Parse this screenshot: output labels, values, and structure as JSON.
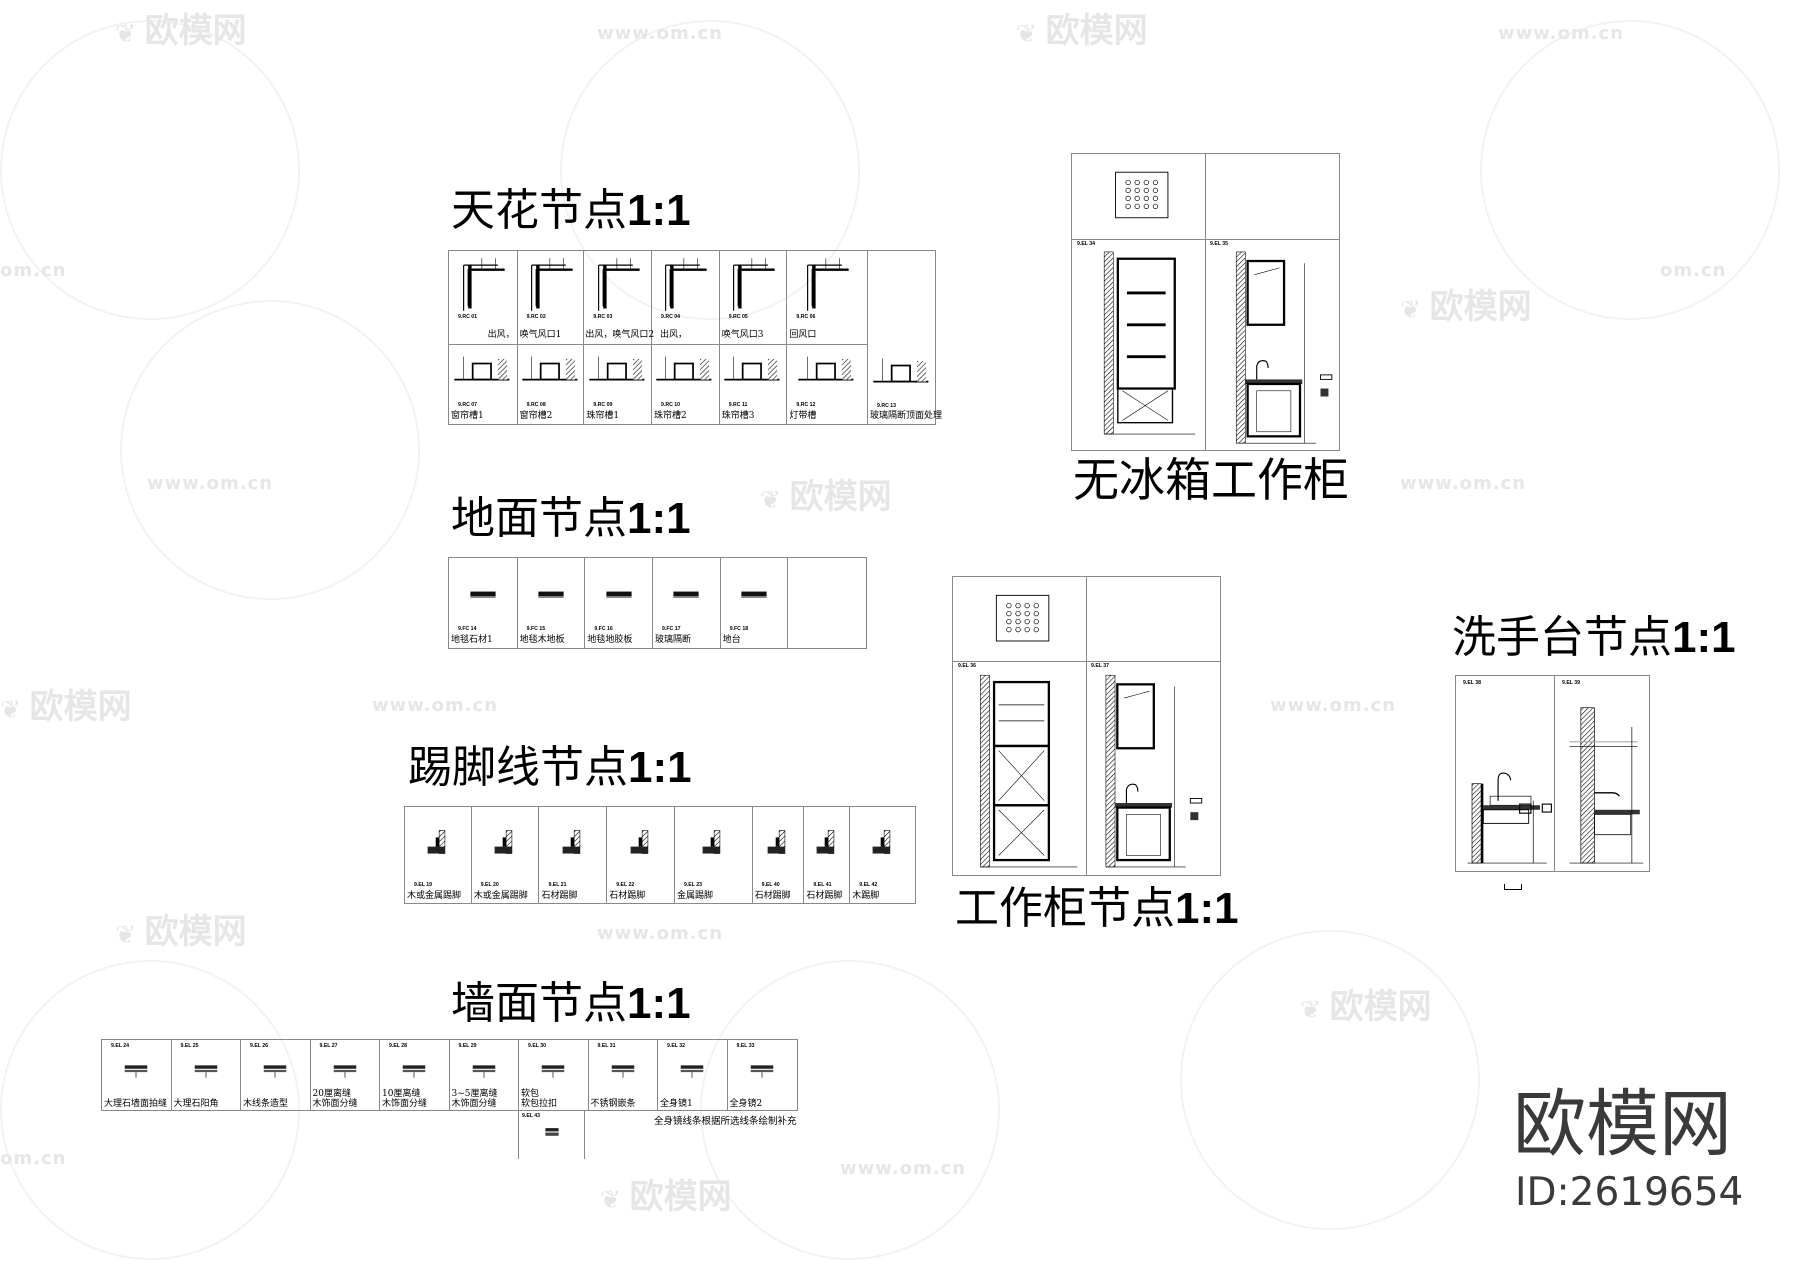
{
  "watermark": {
    "brand": "欧模网",
    "url": "www.om.cn",
    "short_url": "om.cn"
  },
  "logo": {
    "brand": "欧模网",
    "id": "ID:2619654"
  },
  "ceiling": {
    "title": "天花节点",
    "scale": "1:1",
    "row1": [
      {
        "code": "9.RC 01",
        "label": "出风，"
      },
      {
        "code": "9.RC 02",
        "label": "唤气风口1"
      },
      {
        "code": "9.RC 03",
        "label": "出风，唤气风口2"
      },
      {
        "code": "9.RC 04",
        "label": "出风，"
      },
      {
        "code": "9.RC 05",
        "label": "唤气风口3"
      },
      {
        "code": "9.RC 06",
        "label": "回风口"
      }
    ],
    "row2": [
      {
        "code": "9.RC 07",
        "label": "窗帘槽1"
      },
      {
        "code": "9.RC 08",
        "label": "窗帘槽2"
      },
      {
        "code": "9.RC 09",
        "label": "珠帘槽1"
      },
      {
        "code": "9.RC 10",
        "label": "珠帘槽2"
      },
      {
        "code": "9.RC 11",
        "label": "珠帘槽3"
      },
      {
        "code": "9.RC 12",
        "label": "灯带槽"
      }
    ],
    "side": {
      "code": "9.RC 13",
      "label": "玻璃隔断顶面处理"
    }
  },
  "floor": {
    "title": "地面节点",
    "scale": "1:1",
    "cells": [
      {
        "code": "9.FC 14",
        "label": "地毯石材1"
      },
      {
        "code": "9.FC 15",
        "label": "地毯木地板"
      },
      {
        "code": "9.FC 16",
        "label": "地毯地胶板"
      },
      {
        "code": "9.FC 17",
        "label": "玻璃隔断"
      },
      {
        "code": "9.FC 18",
        "label": "地台"
      },
      {
        "code": "",
        "label": ""
      }
    ]
  },
  "baseboard": {
    "title": "踢脚线节点",
    "scale": "1:1",
    "cells": [
      {
        "code": "9.EL 19",
        "label": "木或金属踢脚"
      },
      {
        "code": "9.EL 20",
        "label": "木或金属踢脚"
      },
      {
        "code": "9.EL 21",
        "label": "石材踢脚"
      },
      {
        "code": "9.EL 22",
        "label": "石材踢脚"
      },
      {
        "code": "9.EL 23",
        "label": "金属踢脚"
      },
      {
        "code": "9.EL 40",
        "label": "石材踢脚"
      },
      {
        "code": "9.EL 41",
        "label": "石材踢脚"
      },
      {
        "code": "9.EL 42",
        "label": "木踢脚"
      }
    ]
  },
  "wall": {
    "title": "墙面节点",
    "scale": "1:1",
    "cells": [
      {
        "code": "9.EL 24",
        "label": "大理石墙面拍缝"
      },
      {
        "code": "9.EL 25",
        "label": "大理石阳角"
      },
      {
        "code": "9.EL 26",
        "label": "木线条造型"
      },
      {
        "code": "9.EL 27",
        "label": "20厘离缝\n木饰面分缝"
      },
      {
        "code": "9.EL 28",
        "label": "10厘离缝\n木饰面分缝"
      },
      {
        "code": "9.EL 29",
        "label": "3~5厘离缝\n木饰面分缝"
      },
      {
        "code": "9.EL 30",
        "label": "软包\n软包拉扣"
      },
      {
        "code": "9.EL 31",
        "label": "不锈钢嵌条"
      },
      {
        "code": "9.EL 32",
        "label": "全身镜1"
      },
      {
        "code": "9.EL 33",
        "label": "全身镜2"
      }
    ],
    "extra_code": "9.EL 43",
    "note": "全身镜线条根据所选线条绘制补充"
  },
  "cabinet_no_fridge": {
    "title": "无冰箱工作柜",
    "codes": [
      "9.EL 34",
      "9.EL 35"
    ]
  },
  "cabinet": {
    "title": "工作柜节点",
    "scale": "1:1",
    "codes": [
      "9.EL 36",
      "9.EL 37"
    ]
  },
  "washbasin": {
    "title": "洗手台节点",
    "scale": "1:1",
    "codes": [
      "9.EL 38",
      "9.EL 39"
    ]
  }
}
